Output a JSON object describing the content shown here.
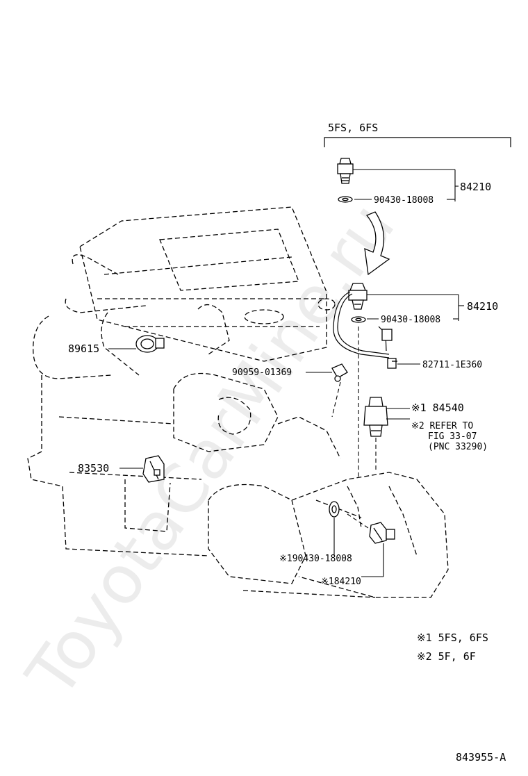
{
  "watermark": "ToyotaCarMine.ru",
  "inset_title": "5FS, 6FS",
  "diagram_id": "843955-A",
  "parts": {
    "p84210_top": "84210",
    "p90430_top": "90430-18008",
    "p84210_mid": "84210",
    "p90430_mid": "90430-18008",
    "p82711": "82711-1E360",
    "p89615": "89615",
    "p90959": "90959-01369",
    "p84540": "※1 84540",
    "refer_1": "※2 REFER TO",
    "refer_2": "FIG 33-07",
    "refer_3": "(PNC 33290)",
    "p83530": "83530",
    "p90430_bottom": "※190430-18008",
    "p84210_bottom": "※184210"
  },
  "notes": [
    "※1  5FS, 6FS",
    "※2  5F, 6F"
  ]
}
